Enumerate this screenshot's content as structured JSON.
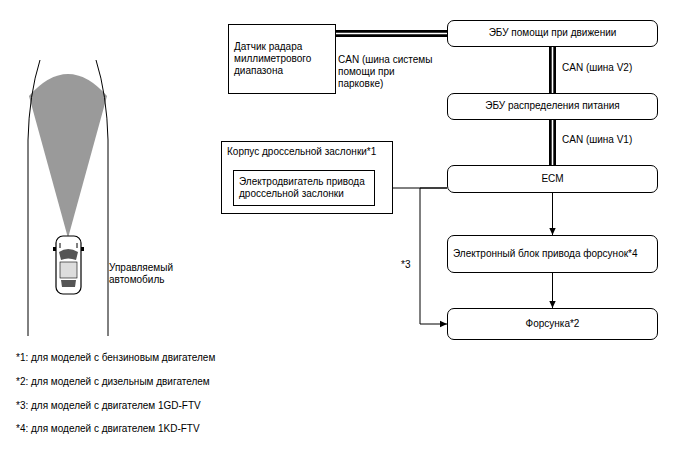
{
  "diagram": {
    "nodes": [
      {
        "text": [
          "Датчик радара миллиметрового диапазона"
        ]
      },
      {
        "text": [
          "ЭБУ помощи при движении"
        ]
      },
      {
        "text": [
          "ЭБУ распределения питания"
        ]
      },
      {
        "text": [
          "Корпус дроссельной заслонки*1"
        ]
      },
      {
        "text": [
          "Электродвигатель привода дроссельной заслонки"
        ],
        "in": 3
      },
      {
        "text": [
          "ECM"
        ]
      },
      {
        "text": [
          "Электронный блок привода форсунок*4"
        ]
      },
      {
        "text": [
          "Форсунка*2"
        ]
      }
    ],
    "edges": [
      {
        "from": 0,
        "to": 1,
        "arrow": "none",
        "label": "CAN (шина системы помощи при парковке)"
      },
      {
        "from": 1,
        "to": 2,
        "arrow": "none",
        "label": "CAN (шина V2)"
      },
      {
        "from": 2,
        "to": 5,
        "arrow": "none",
        "label": "CAN (шина V1)"
      },
      {
        "from": 5,
        "to": 4,
        "arrow": "to"
      },
      {
        "from": 5,
        "to": 6,
        "arrow": "to"
      },
      {
        "from": 6,
        "to": 7,
        "arrow": "to"
      },
      {
        "from": 5,
        "to": 7,
        "arrow": "to",
        "label": "*3"
      }
    ],
    "labels": [
      "Управляемый автомобиль",
      "*1: для моделей с бензиновым двигателем",
      "*2: для моделей с дизельным двигателем",
      "*3: для моделей с двигателем 1GD-FTV",
      "*4: для моделей с двигателем 1KD-FTV"
    ]
  }
}
